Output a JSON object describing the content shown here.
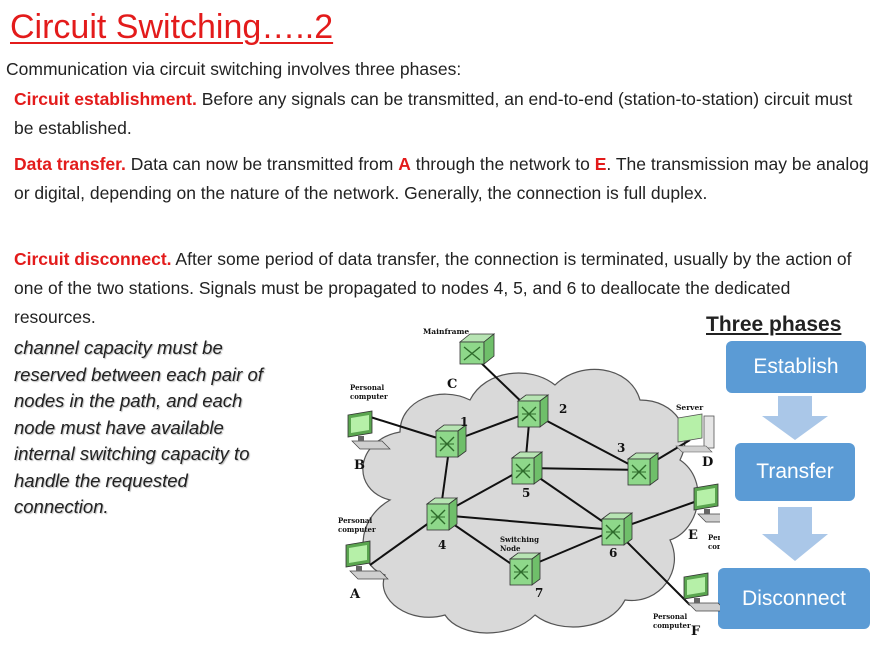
{
  "slide": {
    "title": "Circuit Switching…..2",
    "intro": "Communication via circuit switching involves three phases:",
    "phases_text": [
      {
        "label": "Circuit establishment.",
        "text": " Before any signals can be transmitted, an end-to-end (station-to-station) circuit must be established."
      },
      {
        "label": "Data transfer.",
        "text_a": " Data can now be transmitted from ",
        "hl_a": "A",
        "text_b": " through the network to ",
        "hl_b": "E",
        "text_c": ". The transmission may be analog or digital, depending on the nature of the network. Generally, the connection is full duplex."
      },
      {
        "label": "Circuit disconnect.",
        "text": " After some period of data transfer, the connection is terminated, usually by the action of one of the two stations. Signals must be propagated to nodes 4, 5, and 6 to deallocate the dedicated resources."
      }
    ],
    "side_note": "channel capacity must be reserved between each pair of nodes in the path, and each node must have available internal switching capacity to handle the requested connection.",
    "three_phases": {
      "title": "Three  phases",
      "steps": [
        "Establish",
        "Transfer",
        "Disconnect"
      ]
    }
  },
  "network": {
    "mainframe_label": "Mainframe",
    "server_label": "Server",
    "personal_computer": "Personal computer",
    "switching_node": "Switching Node",
    "stations": [
      "A",
      "B",
      "C",
      "D",
      "E",
      "F"
    ],
    "nodes": [
      "1",
      "2",
      "3",
      "4",
      "5",
      "6",
      "7"
    ]
  },
  "colors": {
    "accent_red": "#e31b1b",
    "phase_blue": "#5b9bd5",
    "arrow_blue": "#aac7e8",
    "cloud_gray": "#d9d9d9",
    "node_green": "#8ed88a"
  }
}
